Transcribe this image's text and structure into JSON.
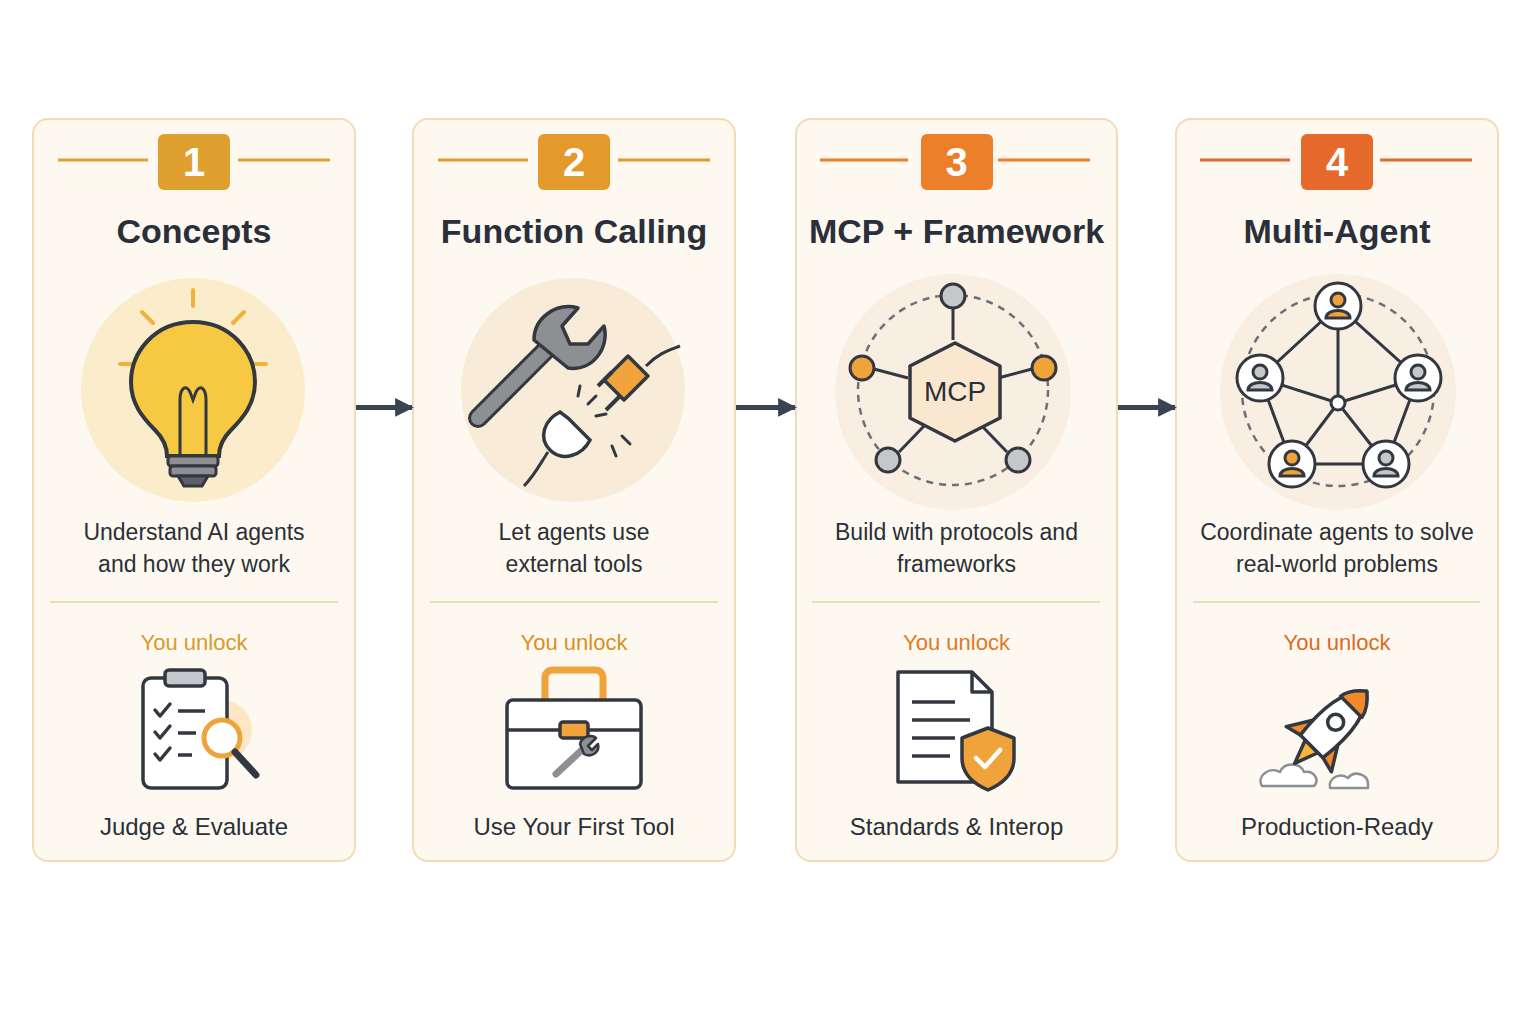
{
  "diagram": {
    "nodes": [
      {
        "text": [
          "Concepts",
          "Understand AI agents and how they work",
          "You unlock",
          "Judge & Evaluate"
        ]
      },
      {
        "text": [
          "1"
        ],
        "in": 0
      },
      {
        "text": [
          "Function Calling",
          "Let agents use external tools",
          "You unlock",
          "Use Your First Tool"
        ]
      },
      {
        "text": [
          "2"
        ],
        "in": 2
      },
      {
        "text": [
          "MCP + Framework",
          "Build with protocols and frameworks",
          "You unlock",
          "Standards & Interop"
        ]
      },
      {
        "text": [
          "3"
        ],
        "in": 4
      },
      {
        "text": [
          "MCP"
        ],
        "in": 4
      },
      {
        "text": [
          "Multi-Agent",
          "Coordinate agents to solve real-world problems",
          "You unlock",
          "Production-Ready"
        ]
      },
      {
        "text": [
          "4"
        ],
        "in": 7
      }
    ],
    "edges": [
      {
        "from": 0,
        "to": 2,
        "arrow": "to"
      },
      {
        "from": 2,
        "to": 4,
        "arrow": "to"
      },
      {
        "from": 4,
        "to": 7,
        "arrow": "to"
      }
    ]
  }
}
